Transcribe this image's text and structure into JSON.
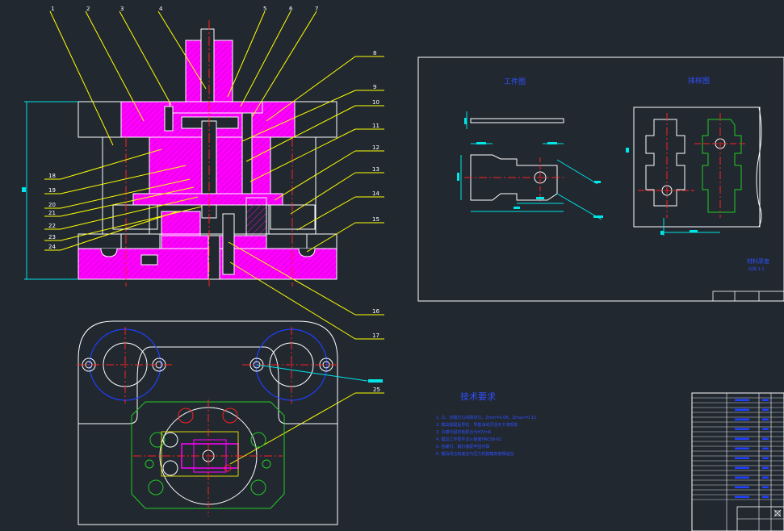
{
  "colors": {
    "background": "#212830",
    "outline": "#ffffff",
    "leader": "#ffff00",
    "part_fill": "#ff00ff",
    "centerline": "#ff2020",
    "dimension": "#00e5e5",
    "note_text": "#3050ff",
    "green_outline": "#22cc22"
  },
  "balloons": [
    "1",
    "2",
    "3",
    "4",
    "5",
    "6",
    "7",
    "8",
    "9",
    "10",
    "11",
    "12",
    "13",
    "14",
    "15",
    "16",
    "17",
    "18",
    "19",
    "20",
    "21",
    "22",
    "23",
    "24",
    "25"
  ],
  "panel": {
    "label_workpiece": "工件图",
    "label_layout": "排样图",
    "material_note": "材料厚度",
    "material_sub": "比例 1:1"
  },
  "tech_req": {
    "title": "技术要求",
    "items": [
      "1. 凸、凹模刃口间隙均匀，Zmin=0.08，Zmax=0.12",
      "2. 模具装配后导柱、导套滑动灵活无卡滞现象",
      "3. 凸模与固定板配合为H7/m6",
      "4. 模具工作零件淬火硬度HRC58-62",
      "5. 各螺钉、销钉装配牢固可靠",
      "6. 模具闭合高度应与压力机装模高度相适应"
    ]
  }
}
